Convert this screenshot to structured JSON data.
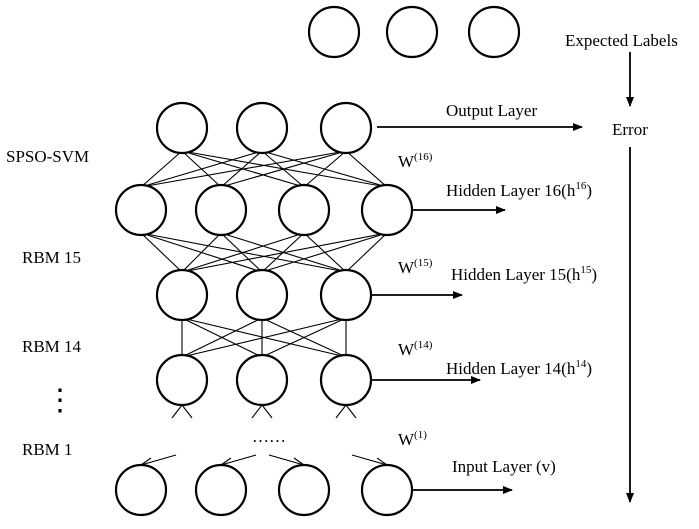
{
  "labels": {
    "expected": "Expected Labels",
    "error": "Error",
    "output_layer": "Output Layer",
    "classifier": "SPSO-SVM",
    "rbm15": "RBM 15",
    "rbm14": "RBM 14",
    "vdots": "⋮",
    "rbm1": "RBM 1",
    "hdots": "……",
    "input_layer": "Input Layer (v)"
  },
  "weights": [
    {
      "base": "W",
      "sup": "(16)"
    },
    {
      "base": "W",
      "sup": "(15)"
    },
    {
      "base": "W",
      "sup": "(14)"
    },
    {
      "base": "W",
      "sup": "(1)"
    }
  ],
  "hidden_layers": [
    {
      "text": "Hidden Layer  16(h",
      "sup": "16",
      "close": ")"
    },
    {
      "text": "Hidden Layer  15(h",
      "sup": "15",
      "close": ")"
    },
    {
      "text": "Hidden Layer  14(h",
      "sup": "14",
      "close": ")"
    }
  ]
}
